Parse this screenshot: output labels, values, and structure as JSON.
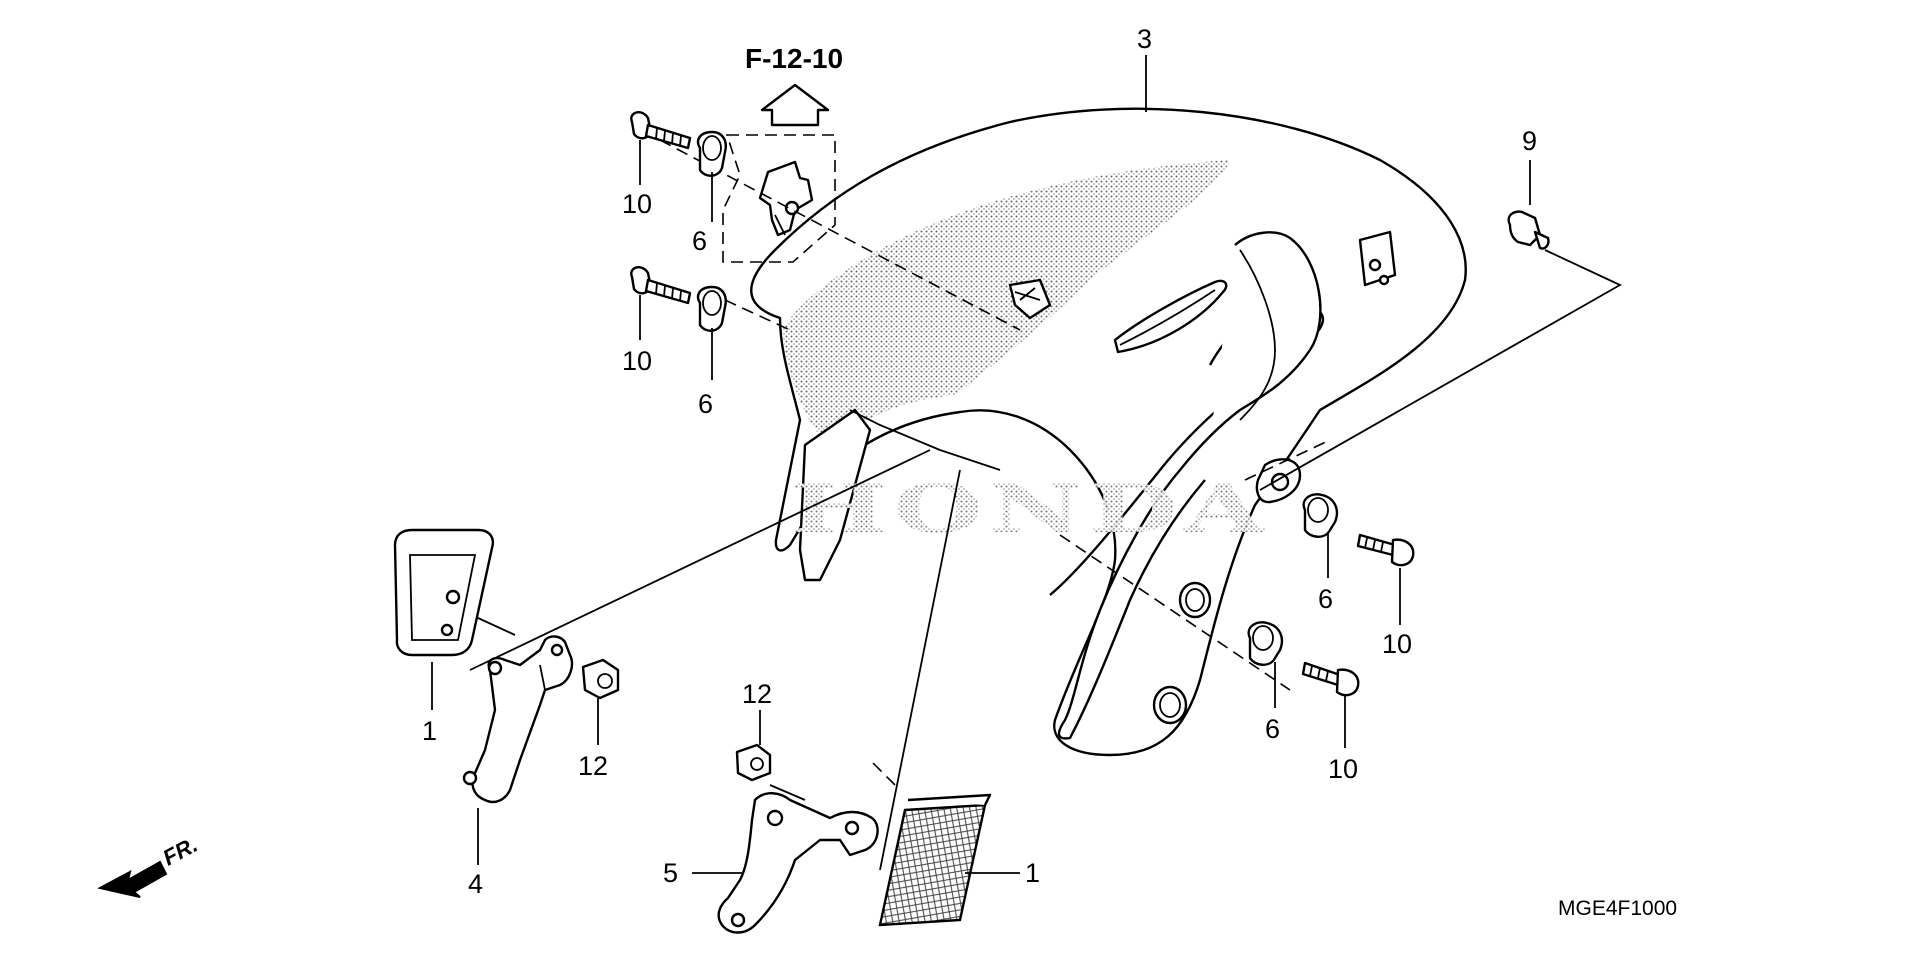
{
  "diagram": {
    "ref_page": "F-12-10",
    "diagram_code": "MGE4F1000",
    "brand_watermark": "HONDA",
    "direction_label": "FR.",
    "icons": [
      "up-arrow-icon",
      "front-direction-arrow-icon"
    ],
    "labels": [
      "1",
      "1",
      "3",
      "4",
      "5",
      "6",
      "6",
      "6",
      "6",
      "9",
      "10",
      "10",
      "10",
      "10",
      "12",
      "12"
    ]
  }
}
